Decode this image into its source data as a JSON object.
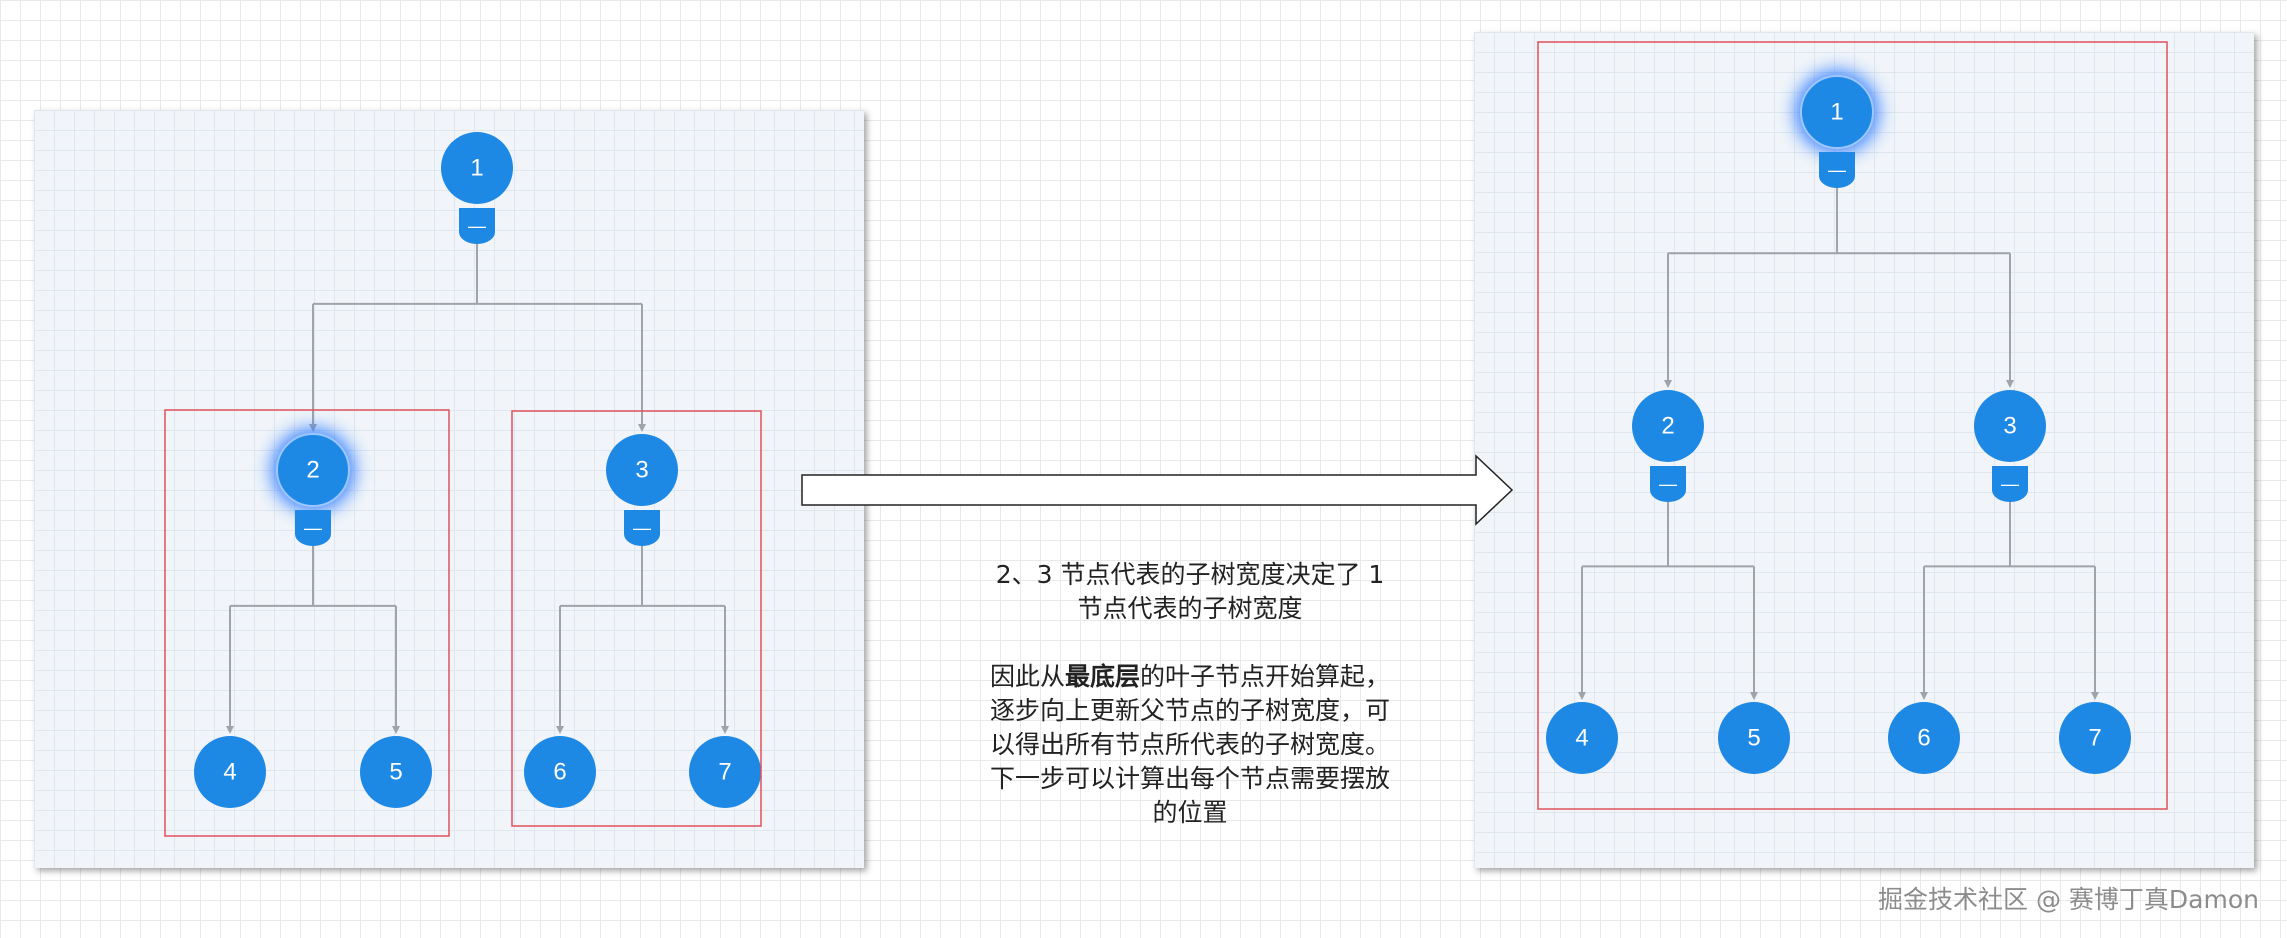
{
  "left_tree": {
    "nodes": [
      {
        "id": "1",
        "label": "1"
      },
      {
        "id": "2",
        "label": "2",
        "highlighted": true
      },
      {
        "id": "3",
        "label": "3"
      },
      {
        "id": "4",
        "label": "4"
      },
      {
        "id": "5",
        "label": "5"
      },
      {
        "id": "6",
        "label": "6"
      },
      {
        "id": "7",
        "label": "7"
      }
    ],
    "edges": [
      [
        "1",
        "2"
      ],
      [
        "1",
        "3"
      ],
      [
        "2",
        "4"
      ],
      [
        "2",
        "5"
      ],
      [
        "3",
        "6"
      ],
      [
        "3",
        "7"
      ]
    ],
    "collapse_toggle_label": "—"
  },
  "right_tree": {
    "nodes": [
      {
        "id": "1",
        "label": "1",
        "highlighted": true
      },
      {
        "id": "2",
        "label": "2"
      },
      {
        "id": "3",
        "label": "3"
      },
      {
        "id": "4",
        "label": "4"
      },
      {
        "id": "5",
        "label": "5"
      },
      {
        "id": "6",
        "label": "6"
      },
      {
        "id": "7",
        "label": "7"
      }
    ],
    "edges": [
      [
        "1",
        "2"
      ],
      [
        "1",
        "3"
      ],
      [
        "2",
        "4"
      ],
      [
        "2",
        "5"
      ],
      [
        "3",
        "6"
      ],
      [
        "3",
        "7"
      ]
    ],
    "collapse_toggle_label": "—"
  },
  "caption": {
    "line1": "2、3 节点代表的子树宽度决定了 1",
    "line2": "节点代表的子树宽度",
    "para2_prefix": "因此从",
    "para2_bold": "最底层",
    "para2_rest1": "的叶子节点开始算起，",
    "para2_line2": "逐步向上更新父节点的子树宽度，可",
    "para2_line3": "以得出所有节点所代表的子树宽度。",
    "para2_line4": "下一步可以计算出每个节点需要摆放",
    "para2_line5": "的位置"
  },
  "watermark": "掘金技术社区 @ 赛博丁真Damon",
  "colors": {
    "node_fill": "#1e88e5",
    "glow": "#2f7bff",
    "edge": "#a0a4a8",
    "highlight_box": "#e0505a",
    "arrow_stroke": "#222222"
  }
}
